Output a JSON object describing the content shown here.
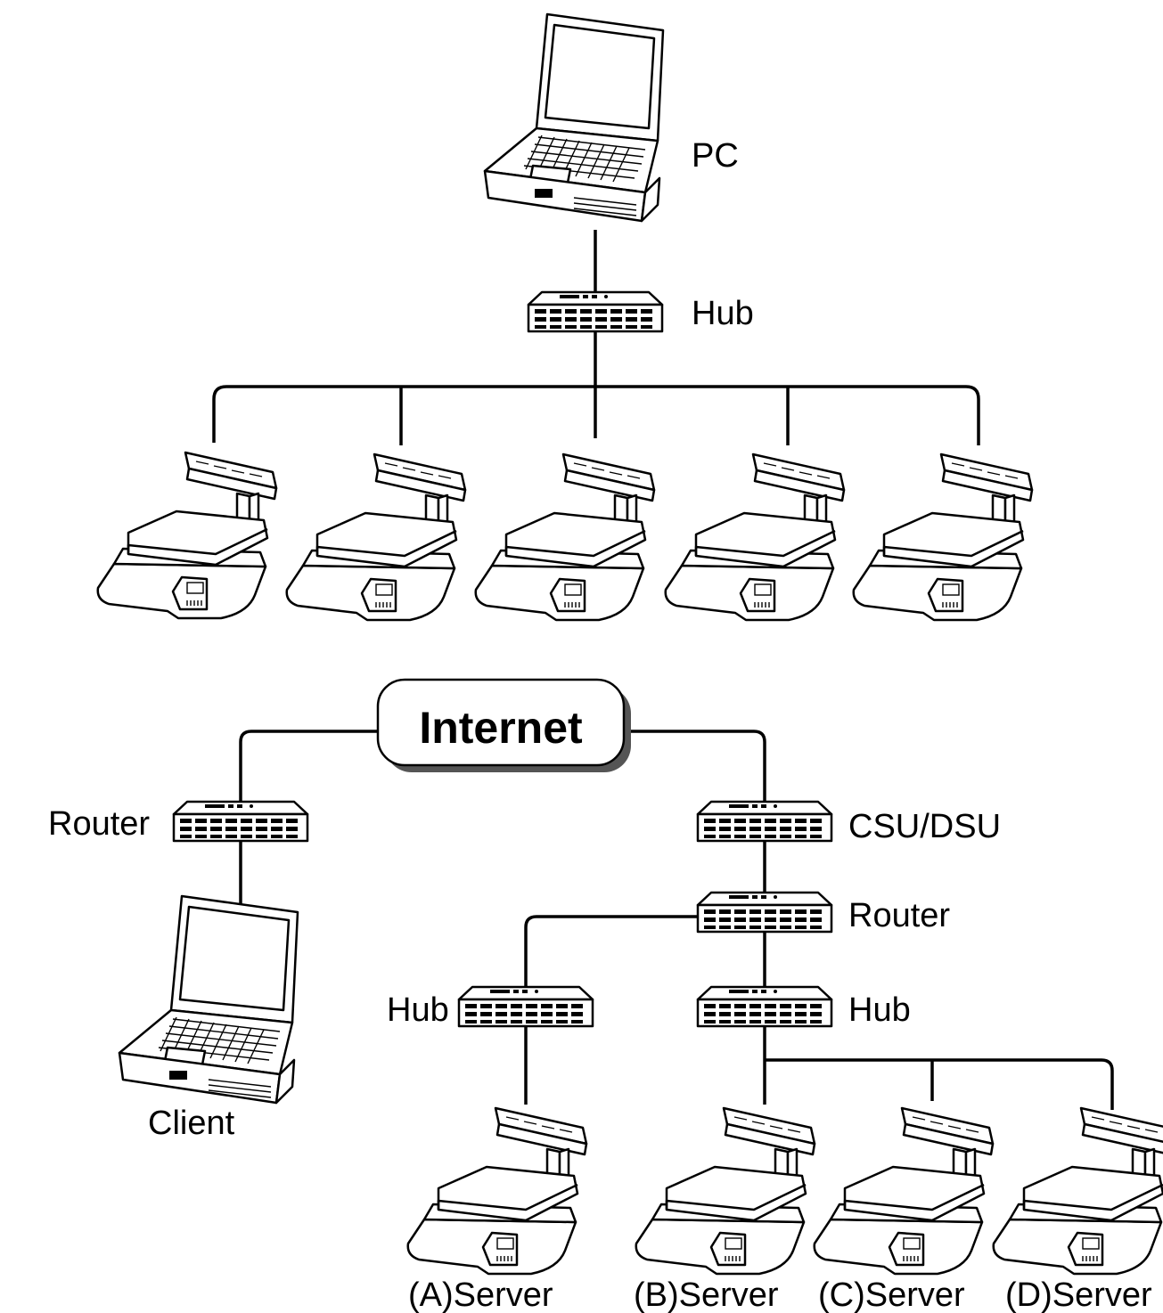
{
  "labels": {
    "pc": "PC",
    "hub_top": "Hub",
    "internet": "Internet",
    "router_left": "Router",
    "csu_dsu": "CSU/DSU",
    "router_right": "Router",
    "hub_left": "Hub",
    "hub_right": "Hub",
    "client": "Client",
    "server_a": "(A)Server",
    "server_b": "(B)Server",
    "server_c": "(C)Server",
    "server_d": "(D)Server"
  },
  "icons": {
    "laptop": "laptop-icon",
    "network_device": "network-device-icon",
    "scale": "retail-scale-icon",
    "cloud": "internet-cloud-icon"
  }
}
